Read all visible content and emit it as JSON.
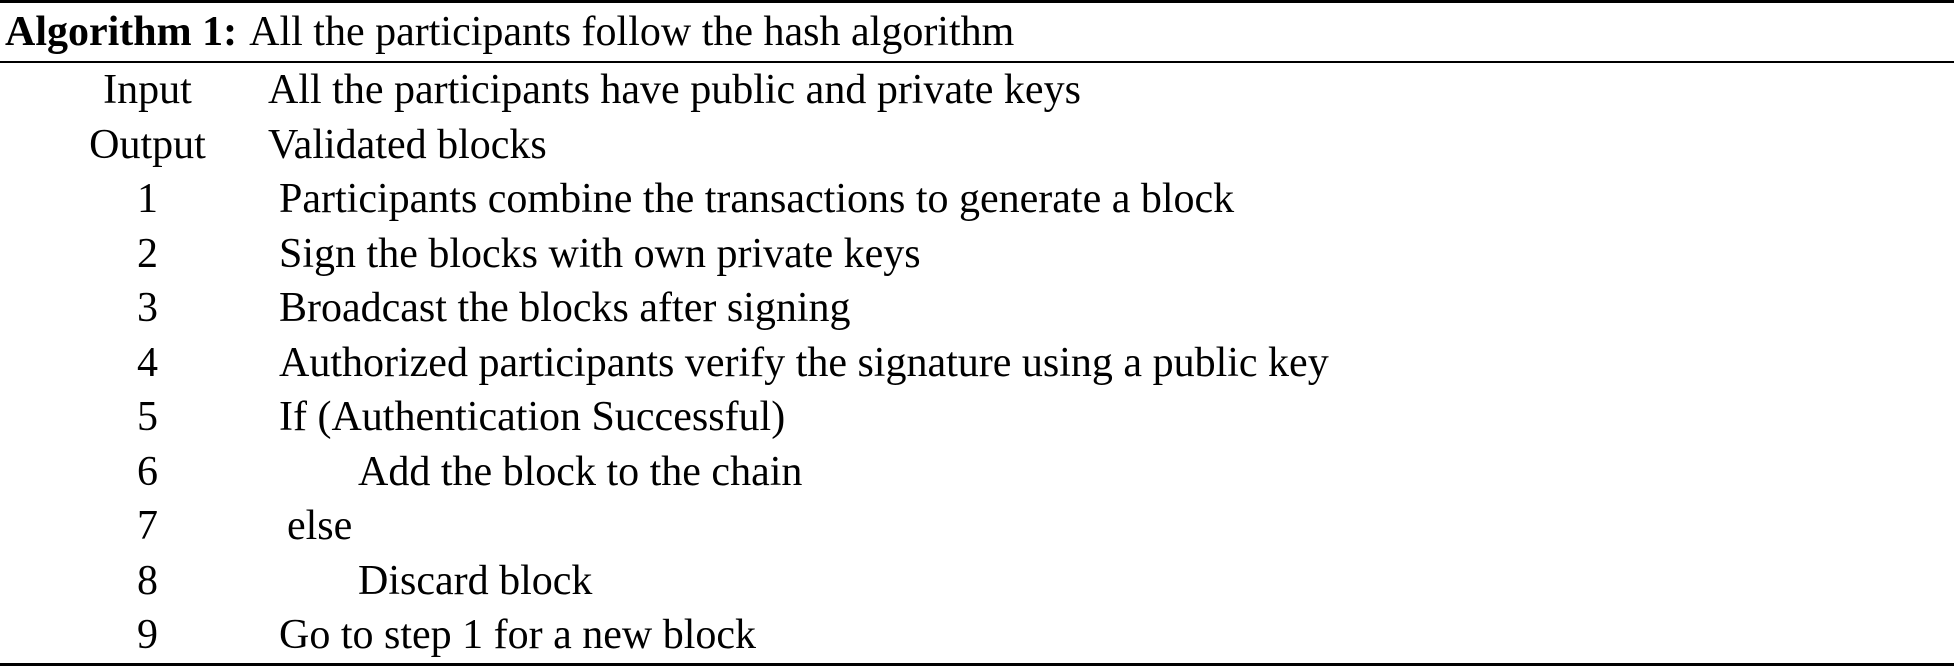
{
  "algorithm": {
    "title_label": "Algorithm 1:",
    "title_text": "All the participants follow the hash algorithm",
    "colors": {
      "text": "#000000",
      "background": "#ffffff",
      "rule": "#000000"
    },
    "rows": [
      {
        "label": "Input",
        "text": "All the participants have public and private keys"
      },
      {
        "label": "Output",
        "text": "Validated blocks"
      },
      {
        "label": "1",
        "text": "Participants combine the transactions to generate a block"
      },
      {
        "label": "2",
        "text": "Sign the blocks with own private keys"
      },
      {
        "label": "3",
        "text": "Broadcast the blocks after signing"
      },
      {
        "label": "4",
        "text": "Authorized participants verify the signature using a public key"
      },
      {
        "label": "5",
        "text": "If (Authentication Successful)"
      },
      {
        "label": "6",
        "text": "Add the block to the chain"
      },
      {
        "label": "7",
        "text": "else"
      },
      {
        "label": "8",
        "text": "Discard block"
      },
      {
        "label": "9",
        "text": "Go to step 1 for a new block"
      }
    ]
  }
}
